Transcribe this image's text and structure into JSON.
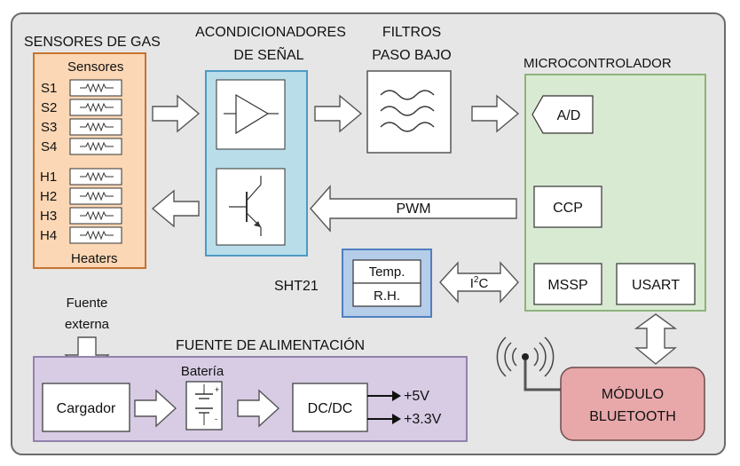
{
  "colors": {
    "background": "#e6e6e6",
    "sensors_fill": "#fbd7b5",
    "conditioner_fill": "#b9dde9",
    "filter_fill": "#ffffff",
    "mcu_fill": "#d9ead3",
    "power_fill": "#d7cce4",
    "bluetooth_fill": "#e8a8aa",
    "sht_fill": "#b5cde9"
  },
  "sensors": {
    "title": "SENSORES DE GAS",
    "sensors_label": "Sensores",
    "heaters_label": "Heaters",
    "sensor_items": [
      "S1",
      "S2",
      "S3",
      "S4"
    ],
    "heater_items": [
      "H1",
      "H2",
      "H3",
      "H4"
    ]
  },
  "conditioners": {
    "title_line1": "ACONDICIONADORES",
    "title_line2": "DE SEÑAL"
  },
  "filters": {
    "title_line1": "FILTROS",
    "title_line2": "PASO BAJO"
  },
  "mcu": {
    "title": "MICROCONTROLADOR",
    "ad": "A/D",
    "ccp": "CCP",
    "mssp": "MSSP",
    "usart": "USART"
  },
  "pwm_label": "PWM",
  "sht": {
    "name": "SHT21",
    "temp": "Temp.",
    "rh": "R.H.",
    "bus": "I",
    "bus_sup": "2",
    "bus_end": "C"
  },
  "external_source": {
    "line1": "Fuente",
    "line2": "externa"
  },
  "power": {
    "title": "FUENTE DE ALIMENTACIÓN",
    "charger": "Cargador",
    "battery": "Batería",
    "dcdc": "DC/DC",
    "out1": "+5V",
    "out2": "+3.3V"
  },
  "bluetooth": {
    "line1": "MÓDULO",
    "line2": "BLUETOOTH"
  }
}
